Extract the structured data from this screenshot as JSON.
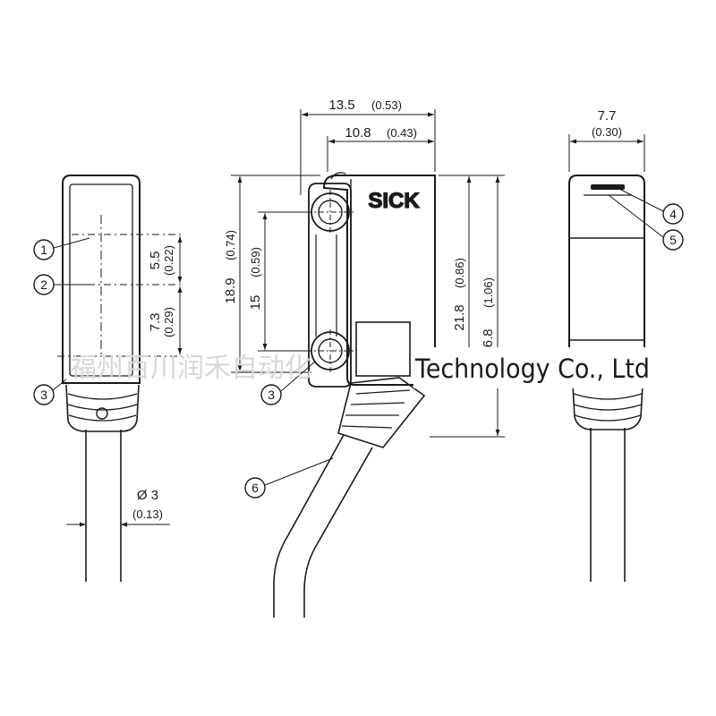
{
  "views": {
    "front": {
      "dims": {
        "d5_5": {
          "value": "5.5",
          "inch": "(0.22)"
        },
        "d7_3": {
          "value": "7.3",
          "inch": "(0.29)"
        },
        "cable": {
          "value": "Ø 3",
          "inch": "(0.13)"
        }
      },
      "callouts": [
        "1",
        "2",
        "3"
      ]
    },
    "side": {
      "brand": "SICK",
      "dims": {
        "w13_5": {
          "value": "13.5",
          "inch": "(0.53)"
        },
        "w10_8": {
          "value": "10.8",
          "inch": "(0.43)"
        },
        "h18_9": {
          "value": "18.9",
          "inch": "(0.74)"
        },
        "h15": {
          "value": "15",
          "inch": "(0.59)"
        },
        "h21_8": {
          "value": "21.8",
          "inch": "(0.86)"
        },
        "h26_8": {
          "value": "26.8",
          "inch": "(1.06)"
        }
      },
      "callouts": [
        "3",
        "6"
      ]
    },
    "end": {
      "dims": {
        "w7_7": {
          "value": "7.7",
          "inch": "(0.30)"
        }
      },
      "callouts": [
        "4",
        "5"
      ]
    }
  },
  "watermark": {
    "cn": "福州百川润禾自动化",
    "en": "Technology Co., Ltd"
  }
}
